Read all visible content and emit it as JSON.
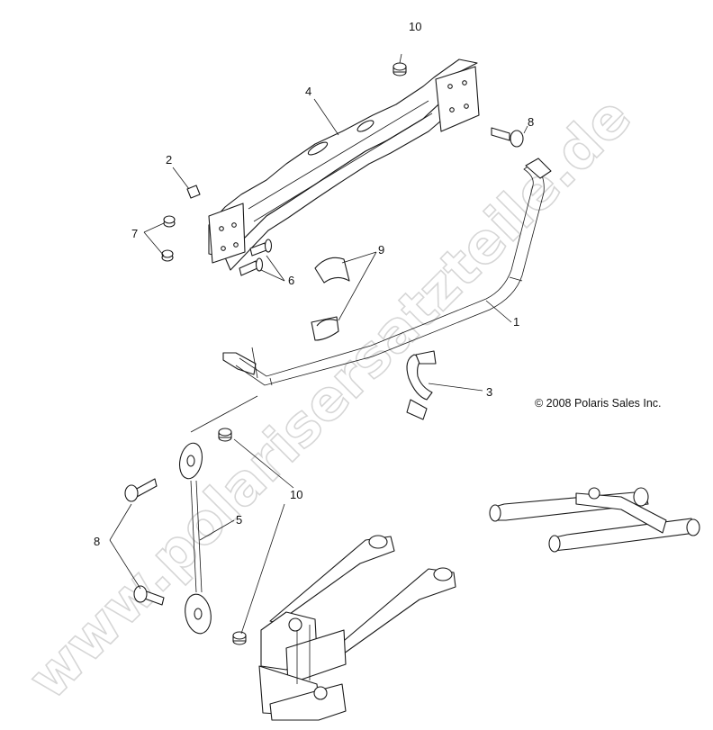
{
  "watermark": "www.polarisersatzteile.de",
  "copyright": "© 2008 Polaris Sales Inc.",
  "callouts": {
    "c10_top": "10",
    "c8_top": "8",
    "c4": "4",
    "c2": "2",
    "c7": "7",
    "c6": "6",
    "c9": "9",
    "c1": "1",
    "c3": "3",
    "c10_bottom": "10",
    "c5": "5",
    "c8_bottom": "8"
  }
}
